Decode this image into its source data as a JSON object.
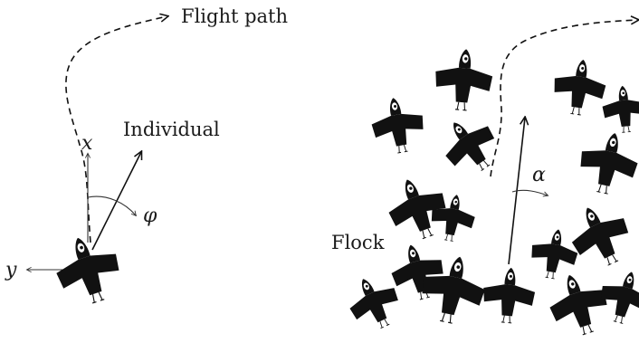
{
  "labels": {
    "flight_path": "Flight path",
    "individual": "Individual",
    "flock": "Flock",
    "x_axis": "x",
    "y_axis": "y",
    "phi": "φ",
    "alpha": "α"
  },
  "colors": {
    "bird": "#111111",
    "line": "#111111",
    "background": "#ffffff"
  }
}
